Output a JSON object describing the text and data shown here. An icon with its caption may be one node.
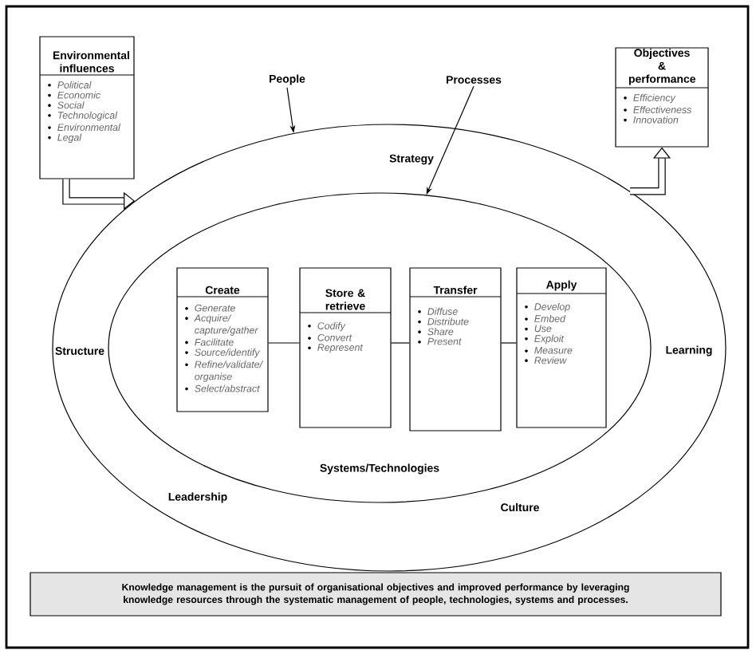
{
  "diagram": {
    "nodes": [
      {
        "text": [
          "Environmental influences",
          "Political",
          "Economic",
          "Social",
          "Technological",
          "Environmental",
          "Legal"
        ]
      },
      {
        "text": [
          "People"
        ]
      },
      {
        "text": [
          "Processes"
        ]
      },
      {
        "text": [
          "Objectives & performance",
          "Efficiency",
          "Effectiveness",
          "Innovation"
        ]
      },
      {
        "text": [
          "Strategy",
          "Structure",
          "Learning",
          "Leadership",
          "Culture"
        ]
      },
      {
        "text": [
          "Systems/Technologies"
        ],
        "in": 4
      },
      {
        "text": [
          "Create",
          "Generate",
          "Acquire/ capture/gather",
          "Facilitate",
          "Source/identify",
          "Refine/validate/ organise",
          "Select/abstract"
        ],
        "in": 5
      },
      {
        "text": [
          "Store & retrieve",
          "Codify",
          "Convert",
          "Represent"
        ],
        "in": 5
      },
      {
        "text": [
          "Transfer",
          "Diffuse",
          "Distribute",
          "Share",
          "Present"
        ],
        "in": 5
      },
      {
        "text": [
          "Apply",
          "Develop",
          "Embed",
          "Use",
          "Exploit",
          "Measure",
          "Review"
        ],
        "in": 5
      },
      {
        "text": [
          "Knowledge management is the pursuit of organisational objectives and improved performance by leveraging knowledge resources through the systematic management of people, technologies, systems and processes."
        ]
      }
    ],
    "edges": [
      {
        "from": 0,
        "to": 4,
        "arrow": "to",
        "style": "thick"
      },
      {
        "from": 4,
        "to": 3,
        "arrow": "to",
        "style": "thick"
      },
      {
        "from": 1,
        "to": 4,
        "arrow": "to"
      },
      {
        "from": 2,
        "to": 5,
        "arrow": "to"
      },
      {
        "from": 6,
        "to": 7,
        "arrow": "none"
      },
      {
        "from": 7,
        "to": 8,
        "arrow": "none"
      },
      {
        "from": 8,
        "to": 9,
        "arrow": "none"
      }
    ]
  }
}
